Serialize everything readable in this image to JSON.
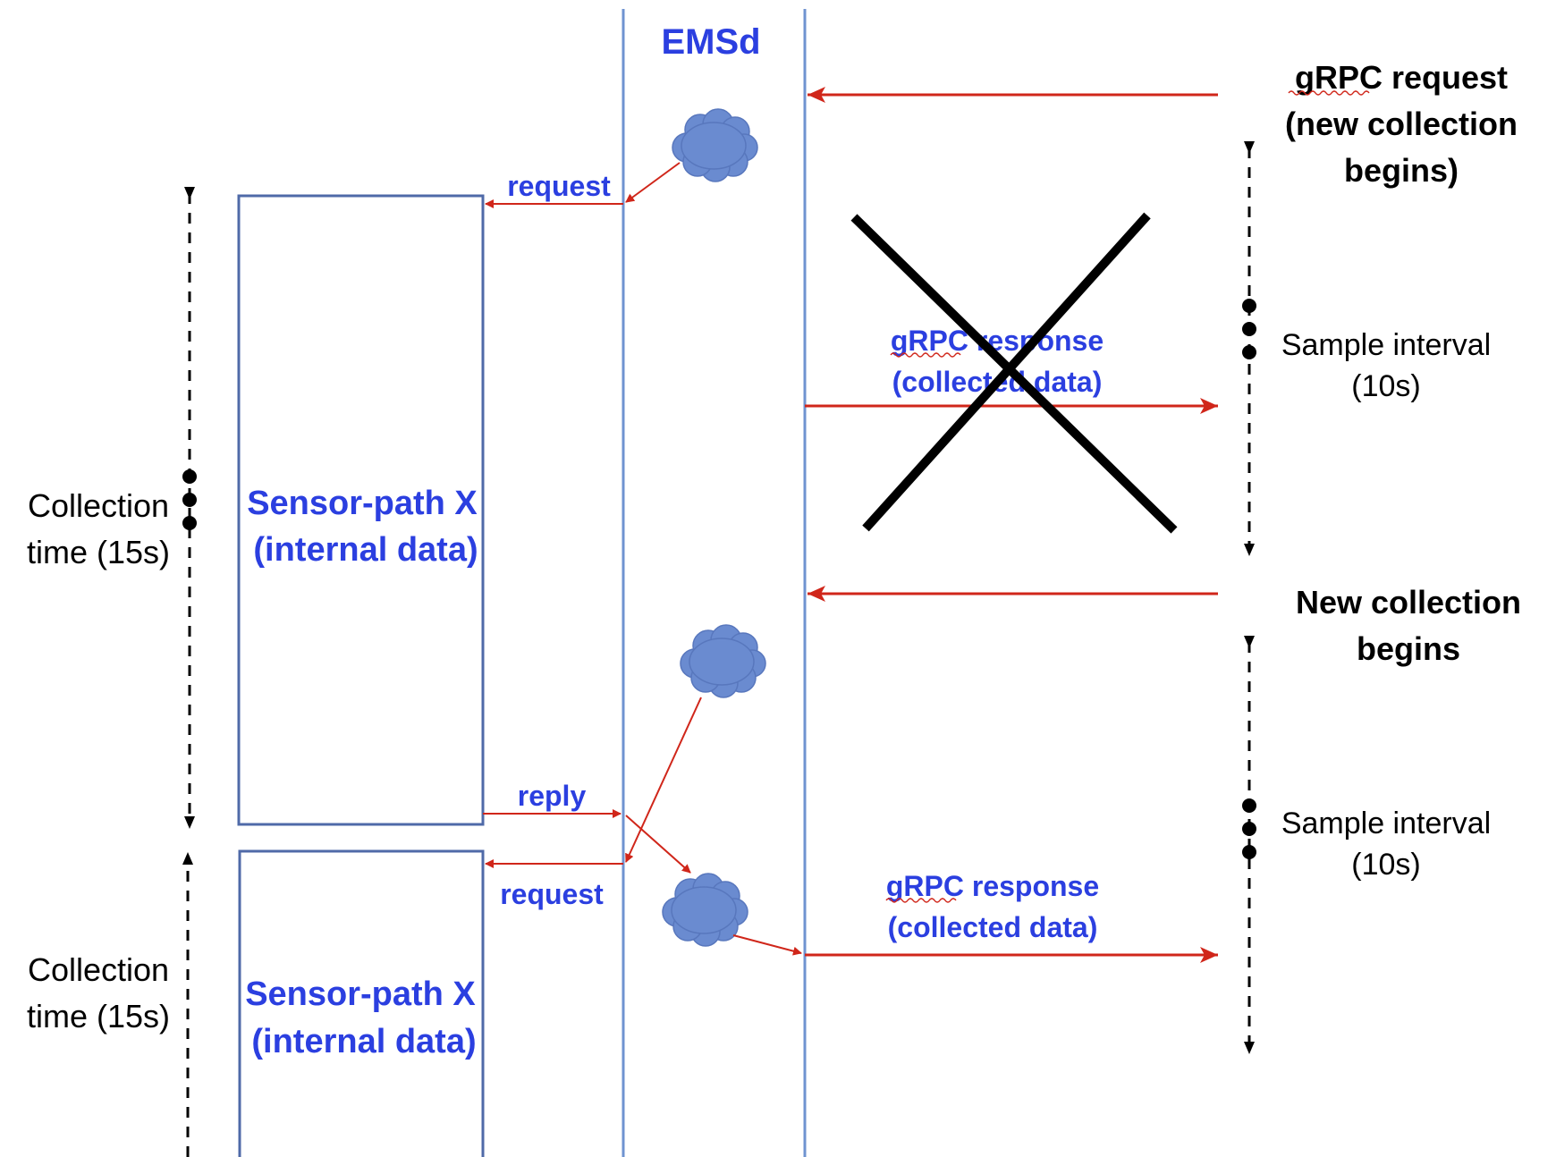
{
  "emsd_label": "EMSd",
  "grpc_request": {
    "line1": "gRPC request",
    "line2": "(new collection",
    "line3": "begins)"
  },
  "new_collection": {
    "line1": "New collection",
    "line2": "begins"
  },
  "sample_interval_top": {
    "line1": "Sample interval",
    "line2": "(10s)"
  },
  "sample_interval_bottom": {
    "line1": "Sample interval",
    "line2": "(10s)"
  },
  "collection_time_top": {
    "line1": "Collection",
    "line2": "time (15s)"
  },
  "collection_time_bottom": {
    "line1": "Collection",
    "line2": "time (15s)"
  },
  "sensor_box_top": {
    "line1": "Sensor-path X",
    "line2": "(internal data)"
  },
  "sensor_box_bottom": {
    "line1": "Sensor-path X",
    "line2": "(internal data)"
  },
  "request_label_top": "request",
  "reply_label": "reply",
  "request_label_bottom": "request",
  "grpc_response_top": {
    "line1": "gRPC response",
    "line2": "(collected data)"
  },
  "grpc_response_bottom": {
    "line1": "gRPC response",
    "line2": "(collected data)"
  },
  "colors": {
    "arrow": "#d0261a",
    "lifeline": "#6f93d0",
    "cloud": "#6a8bd0",
    "box": "#4f6aa8",
    "label_blue": "#2b3fe0"
  }
}
